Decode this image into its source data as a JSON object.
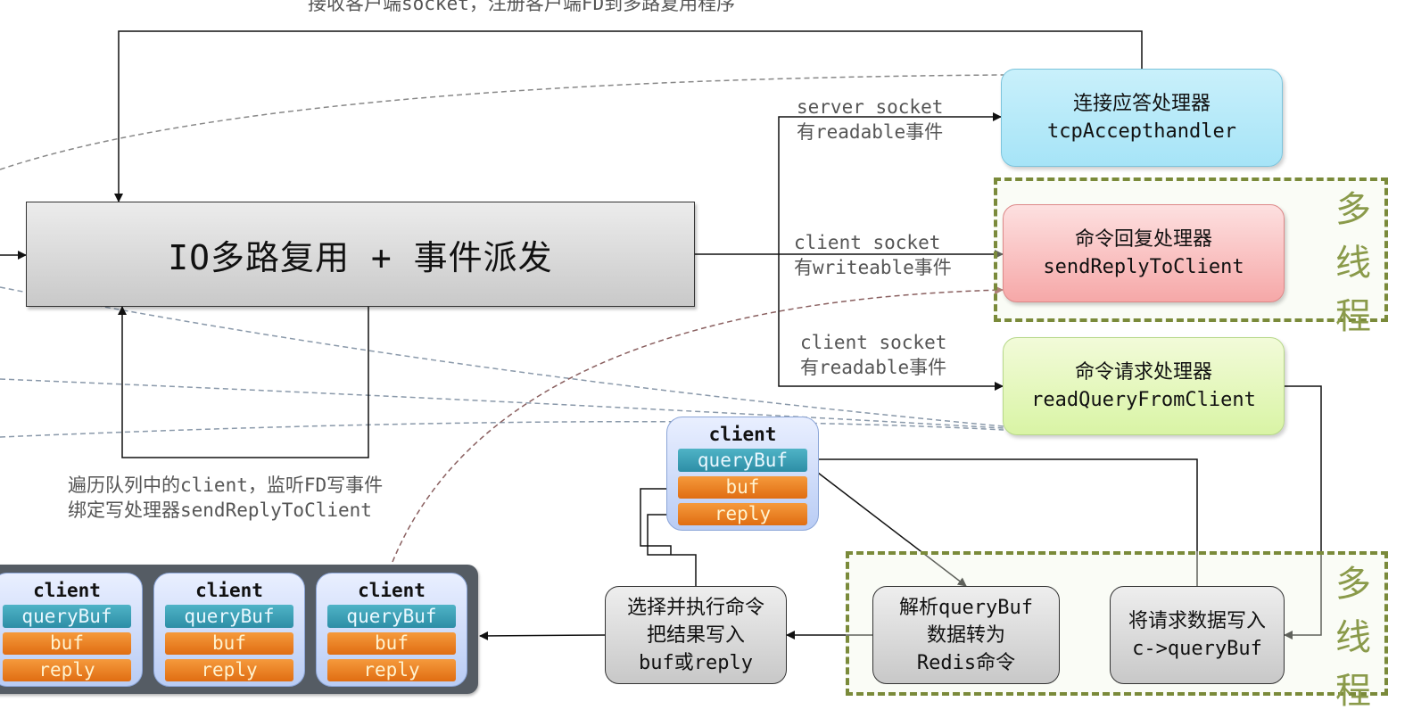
{
  "title": "Redis 多线程 IO 模型",
  "top_label": "接收客户端socket，注册客户端FD到多路复用程序",
  "io_box": {
    "label": "IO多路复用 + 事件派发"
  },
  "edges": {
    "server_readable": {
      "line1": "server socket",
      "line2": "有readable事件"
    },
    "client_writeable": {
      "line1": "client socket",
      "line2": "有writeable事件"
    },
    "client_readable": {
      "line1": "client socket",
      "line2": "有readable事件"
    }
  },
  "handlers": {
    "accept": {
      "title": "连接应答处理器",
      "func": "tcpAccepthandler"
    },
    "reply": {
      "title": "命令回复处理器",
      "func": "sendReplyToClient"
    },
    "read": {
      "title": "命令请求处理器",
      "func": "readQueryFromClient"
    }
  },
  "multi_thread_label": [
    "多",
    "线",
    "程"
  ],
  "traverse_note": {
    "line1": "遍历队列中的client，监听FD写事件",
    "line2": "绑定写处理器sendReplyToClient"
  },
  "client_struct": {
    "title": "client",
    "fields": [
      "queryBuf",
      "buf",
      "reply"
    ]
  },
  "queue_clients": [
    {
      "title": "client",
      "fields": [
        "queryBuf",
        "buf",
        "reply"
      ]
    },
    {
      "title": "client",
      "fields": [
        "queryBuf",
        "buf",
        "reply"
      ]
    },
    {
      "title": "client",
      "fields": [
        "queryBuf",
        "buf",
        "reply"
      ]
    }
  ],
  "steps": {
    "execute": [
      "选择并执行命令",
      "把结果写入",
      "buf或reply"
    ],
    "parse": [
      "解析queryBuf",
      "数据转为",
      "Redis命令"
    ],
    "write_query": [
      "将请求数据写入",
      "c->queryBuf"
    ]
  }
}
